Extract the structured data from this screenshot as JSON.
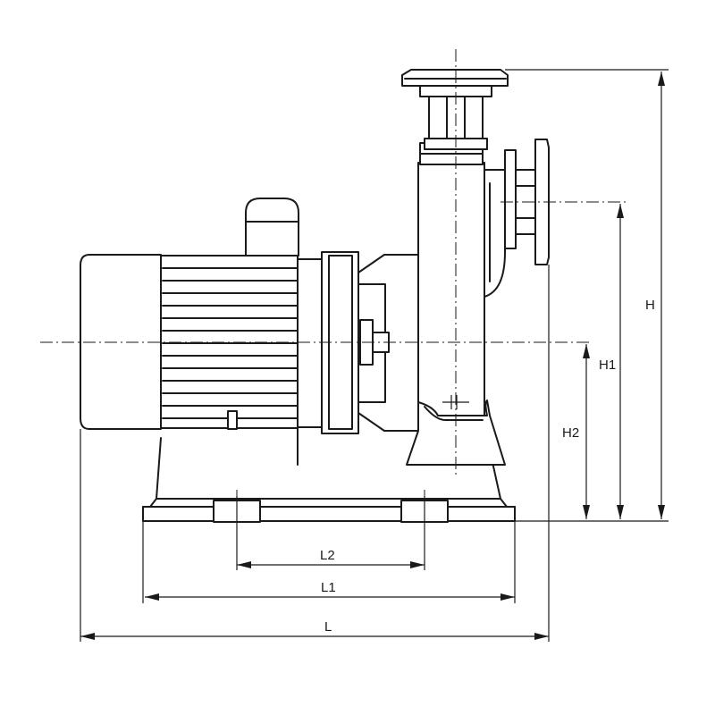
{
  "dimensions": {
    "H": "H",
    "H1": "H1",
    "H2": "H2",
    "L": "L",
    "L1": "L1",
    "L2": "L2"
  }
}
